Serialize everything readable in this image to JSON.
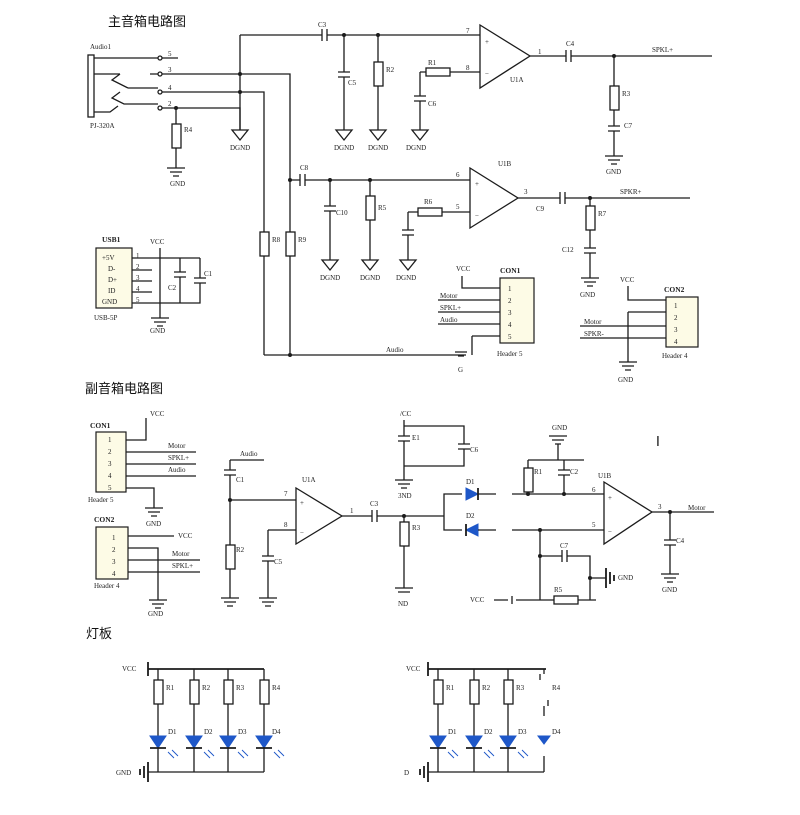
{
  "sections": {
    "main_title": "主音箱电路图",
    "sub_title": "副音箱电路图",
    "light_title": "灯板"
  },
  "main": {
    "jack": {
      "ref": "Audio1",
      "part": "PJ-320A",
      "pins": [
        "5",
        "3",
        "4",
        "2"
      ]
    },
    "nets": {
      "dgnd": "DGND",
      "gnd": "GND",
      "vcc": "VCC",
      "audio": "Audio",
      "spkl": "SPKL+",
      "spkr": "SPKR+",
      "motor": "Motor",
      "spkl_label": "SPKL+",
      "spkr_label": "SPKR-",
      "g": "G"
    },
    "caps": {
      "c1": "C1",
      "c2": "C2",
      "c3": "C3",
      "c4": "C4",
      "c5": "C5",
      "c6": "C6",
      "c7": "C7",
      "c8": "C8",
      "c9": "C9",
      "c10": "C10",
      "c12": "C12"
    },
    "res": {
      "r1": "R1",
      "r2": "R2",
      "r3": "R3",
      "r4": "R4",
      "r5": "R5",
      "r6": "R6",
      "r7": "R7",
      "r8": "R8",
      "r9": "R9"
    },
    "amp_a": {
      "ref": "U1A",
      "pin_plus": "7",
      "pin_minus": "8",
      "pin_out": "1"
    },
    "amp_b": {
      "ref": "U1B",
      "pin_plus": "6",
      "pin_minus": "5",
      "pin_out": "3"
    },
    "usb": {
      "ref": "USB1",
      "part": "USB-5P",
      "pins": [
        "+5V",
        "D-",
        "D+",
        "ID",
        "GND"
      ],
      "nums": [
        "1",
        "2",
        "3",
        "4",
        "5"
      ]
    },
    "con1": {
      "ref": "CON1",
      "part": "Header 5",
      "pins": [
        "1",
        "2",
        "3",
        "4",
        "5"
      ],
      "signals": [
        "Motor",
        "SPKL+",
        "Audio"
      ]
    },
    "con2": {
      "ref": "CON2",
      "part": "Header 4",
      "pins": [
        "1",
        "2",
        "3",
        "4"
      ],
      "signals": [
        "Motor",
        "SPKR-"
      ]
    }
  },
  "sub": {
    "con1": {
      "ref": "CON1",
      "part": "Header 5",
      "pins": [
        "1",
        "2",
        "3",
        "4",
        "5"
      ],
      "signals": [
        "Motor",
        "SPKL+",
        "Audio"
      ]
    },
    "con2": {
      "ref": "CON2",
      "part": "Header 4",
      "pins": [
        "1",
        "2",
        "3",
        "4"
      ],
      "signals": [
        "Motor",
        "SPKL+"
      ]
    },
    "nets": {
      "vcc": "VCC",
      "vcc_frag": "/CC",
      "gnd": "GND",
      "gnd_frag": "3ND",
      "gnd_frag2": "ND",
      "audio": "Audio",
      "motor": "Motor"
    },
    "amp_a": {
      "ref": "U1A",
      "pin_plus": "7",
      "pin_minus": "8",
      "pin_out": "1"
    },
    "amp_b": {
      "ref": "U1B",
      "pin_plus": "6",
      "pin_minus": "5",
      "pin_out": "3"
    },
    "parts": {
      "c1": "C1",
      "c2": "C2",
      "c3": "C3",
      "c4": "C4",
      "c5": "C5",
      "c6": "C6",
      "c7": "C7",
      "e1": "E1",
      "r1": "R1",
      "r2": "R2",
      "r3": "R3",
      "r5": "R5",
      "d1": "D1",
      "d2": "D2"
    },
    "cursor": "I"
  },
  "light": {
    "left": {
      "vcc": "VCC",
      "gnd": "GND",
      "res": [
        "R1",
        "R2",
        "R3",
        "R4"
      ],
      "leds": [
        "D1",
        "D2",
        "D3",
        "D4"
      ]
    },
    "right": {
      "vcc": "VCC",
      "gnd": "D",
      "res": [
        "R1",
        "R2",
        "R3",
        "R4"
      ],
      "leds": [
        "D1",
        "D2",
        "D3",
        "D4"
      ]
    }
  }
}
